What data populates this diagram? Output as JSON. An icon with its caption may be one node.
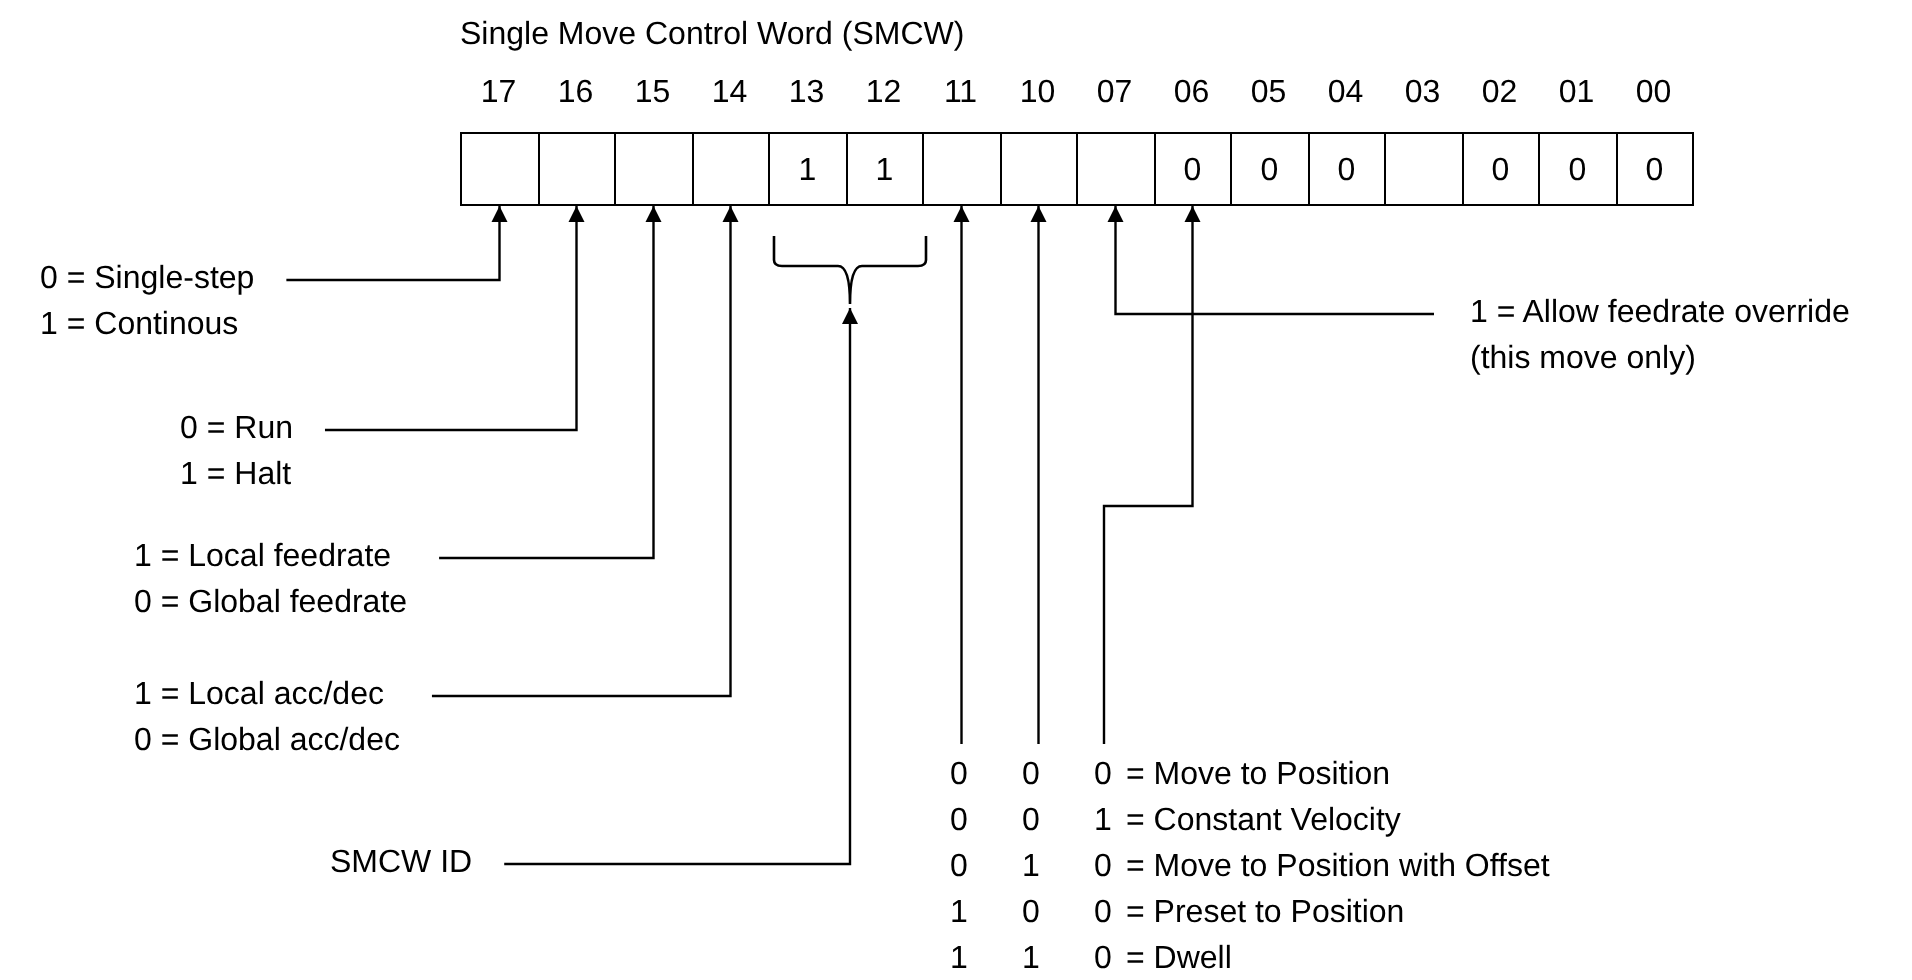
{
  "diagram": {
    "title": "Single Move Control Word (SMCW)",
    "nodes": [
      {
        "text": [
          "17"
        ]
      },
      {
        "text": [
          "16"
        ]
      },
      {
        "text": [
          "15"
        ]
      },
      {
        "text": [
          "14"
        ]
      },
      {
        "text": [
          "13",
          "1"
        ]
      },
      {
        "text": [
          "12",
          "1"
        ]
      },
      {
        "text": [
          "11"
        ]
      },
      {
        "text": [
          "10"
        ]
      },
      {
        "text": [
          "07"
        ]
      },
      {
        "text": [
          "06",
          "0"
        ]
      },
      {
        "text": [
          "05",
          "0"
        ]
      },
      {
        "text": [
          "04",
          "0"
        ]
      },
      {
        "text": [
          "03"
        ]
      },
      {
        "text": [
          "02",
          "0"
        ]
      },
      {
        "text": [
          "01",
          "0"
        ]
      },
      {
        "text": [
          "00",
          "0"
        ]
      },
      {
        "text": [],
        "shape": "bracket"
      },
      {
        "text": [
          "0 = Single-step",
          "1 = Continous"
        ]
      },
      {
        "text": [
          "1 = Allow feedrate override (this move only)"
        ]
      },
      {
        "text": [
          "0 = Run",
          "1 = Halt"
        ]
      },
      {
        "text": [
          "1 = Local feedrate",
          "0 = Global feedrate"
        ]
      },
      {
        "text": [
          "1 = Local acc/dec",
          "0 = Global acc/dec"
        ]
      },
      {
        "text": [
          "SMCW ID"
        ]
      },
      {
        "text": [
          "0 0 0 = Move to Position",
          "0 0 1 = Constant Velocity",
          "0 1 0 = Move to Position with Offset",
          "1 0 0 = Preset to Position",
          "1 1 0 = Dwell"
        ]
      }
    ],
    "edges": [
      {
        "from": 17,
        "to": 0,
        "arrow": "to"
      },
      {
        "from": 19,
        "to": 1,
        "arrow": "to"
      },
      {
        "from": 20,
        "to": 2,
        "arrow": "to"
      },
      {
        "from": 21,
        "to": 3,
        "arrow": "to"
      },
      {
        "from": 22,
        "to": 16,
        "arrow": "to"
      },
      {
        "from": 23,
        "to": 6,
        "arrow": "to"
      },
      {
        "from": 23,
        "to": 7,
        "arrow": "to"
      },
      {
        "from": 18,
        "to": 8,
        "arrow": "to"
      },
      {
        "from": 23,
        "to": 9,
        "arrow": "to"
      }
    ]
  }
}
